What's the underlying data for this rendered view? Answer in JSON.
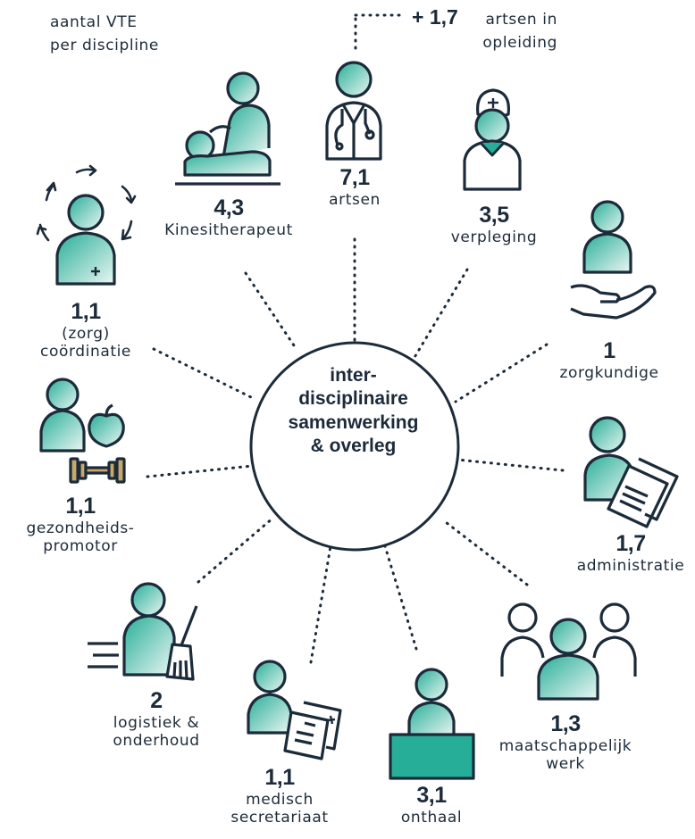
{
  "legend": {
    "line1": "aantal VTE",
    "line2": "per discipline"
  },
  "center": {
    "line1": "inter-",
    "line2": "disciplinaire",
    "line3": "samenwerking",
    "line4": "& overleg"
  },
  "artsen_extra": {
    "value": "+ 1,7",
    "line1": "artsen in",
    "line2": "opleiding"
  },
  "disciplines": [
    {
      "value": "7,1",
      "line1": "artsen",
      "line2": ""
    },
    {
      "value": "3,5",
      "line1": "verpleging",
      "line2": ""
    },
    {
      "value": "1",
      "line1": "zorgkundige",
      "line2": ""
    },
    {
      "value": "1,7",
      "line1": "administratie",
      "line2": ""
    },
    {
      "value": "1,3",
      "line1": "maatschappelijk",
      "line2": "werk"
    },
    {
      "value": "3,1",
      "line1": "onthaal",
      "line2": ""
    },
    {
      "value": "1,1",
      "line1": "medisch",
      "line2": "secretariaat"
    },
    {
      "value": "2",
      "line1": "logistiek &",
      "line2": "onderhoud"
    },
    {
      "value": "1,1",
      "line1": "gezondheids-",
      "line2": "promotor"
    },
    {
      "value": "1,1",
      "line1": "(zorg)",
      "line2": "coördinatie"
    },
    {
      "value": "4,3",
      "line1": "Kinesitherapeut",
      "line2": ""
    }
  ],
  "icons": [
    "doctor-icon",
    "nurse-icon",
    "caring-hand-icon",
    "document-icon",
    "group-icon",
    "reception-desk-icon",
    "secretary-document-icon",
    "broom-icon",
    "apple-dumbbell-icon",
    "coordination-cycle-icon",
    "massage-icon"
  ],
  "colors": {
    "dark": "#1c2b3a",
    "teal": "#27ae98",
    "teal_light": "#e3f3ef",
    "gold": "#c9a96b"
  }
}
